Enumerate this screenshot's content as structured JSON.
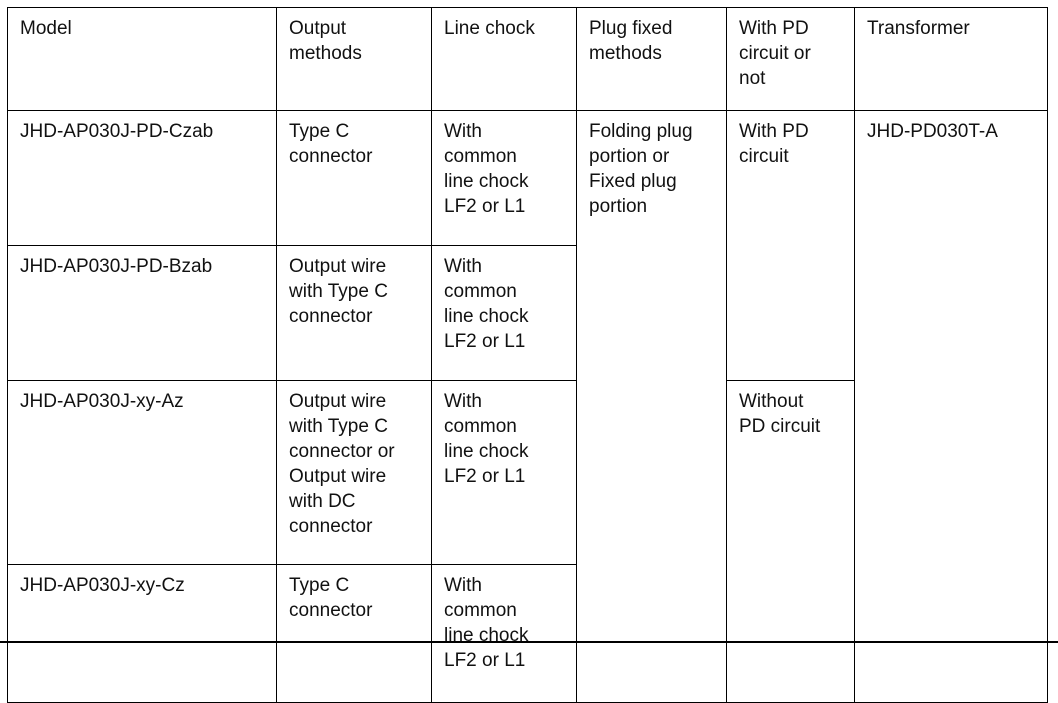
{
  "table": {
    "name": "model-specification-table",
    "headers": [
      "Model",
      "Output\nmethods",
      "Line chock",
      "Plug fixed\nmethods",
      "With PD\ncircuit or\nnot",
      "Transformer"
    ],
    "rows": [
      {
        "model": "JHD-AP030J-PD-Czab",
        "output_methods": "Type C\nconnector",
        "line_chock": "With\ncommon\nline chock\nLF2 or L1"
      },
      {
        "model": "JHD-AP030J-PD-Bzab",
        "output_methods": "Output wire\nwith Type C\nconnector",
        "line_chock": "With\ncommon\nline chock\nLF2 or L1"
      },
      {
        "model": "JHD-AP030J-xy-Az",
        "output_methods": "Output wire\nwith Type C\nconnector or\nOutput wire\nwith DC\nconnector",
        "line_chock": "With\ncommon\nline chock\nLF2 or L1"
      },
      {
        "model": "JHD-AP030J-xy-Cz",
        "output_methods": "Type C\nconnector",
        "line_chock": "With\ncommon\nline chock\nLF2 or L1"
      }
    ],
    "merged": {
      "plug_fixed_methods": "Folding plug\nportion or\nFixed plug\nportion",
      "pd_circuit_with": "With PD\ncircuit",
      "pd_circuit_without": "Without\nPD circuit",
      "transformer": "JHD-PD030T-A"
    }
  },
  "colors": {
    "text": "#111111",
    "border": "#000000",
    "background": "#ffffff"
  }
}
